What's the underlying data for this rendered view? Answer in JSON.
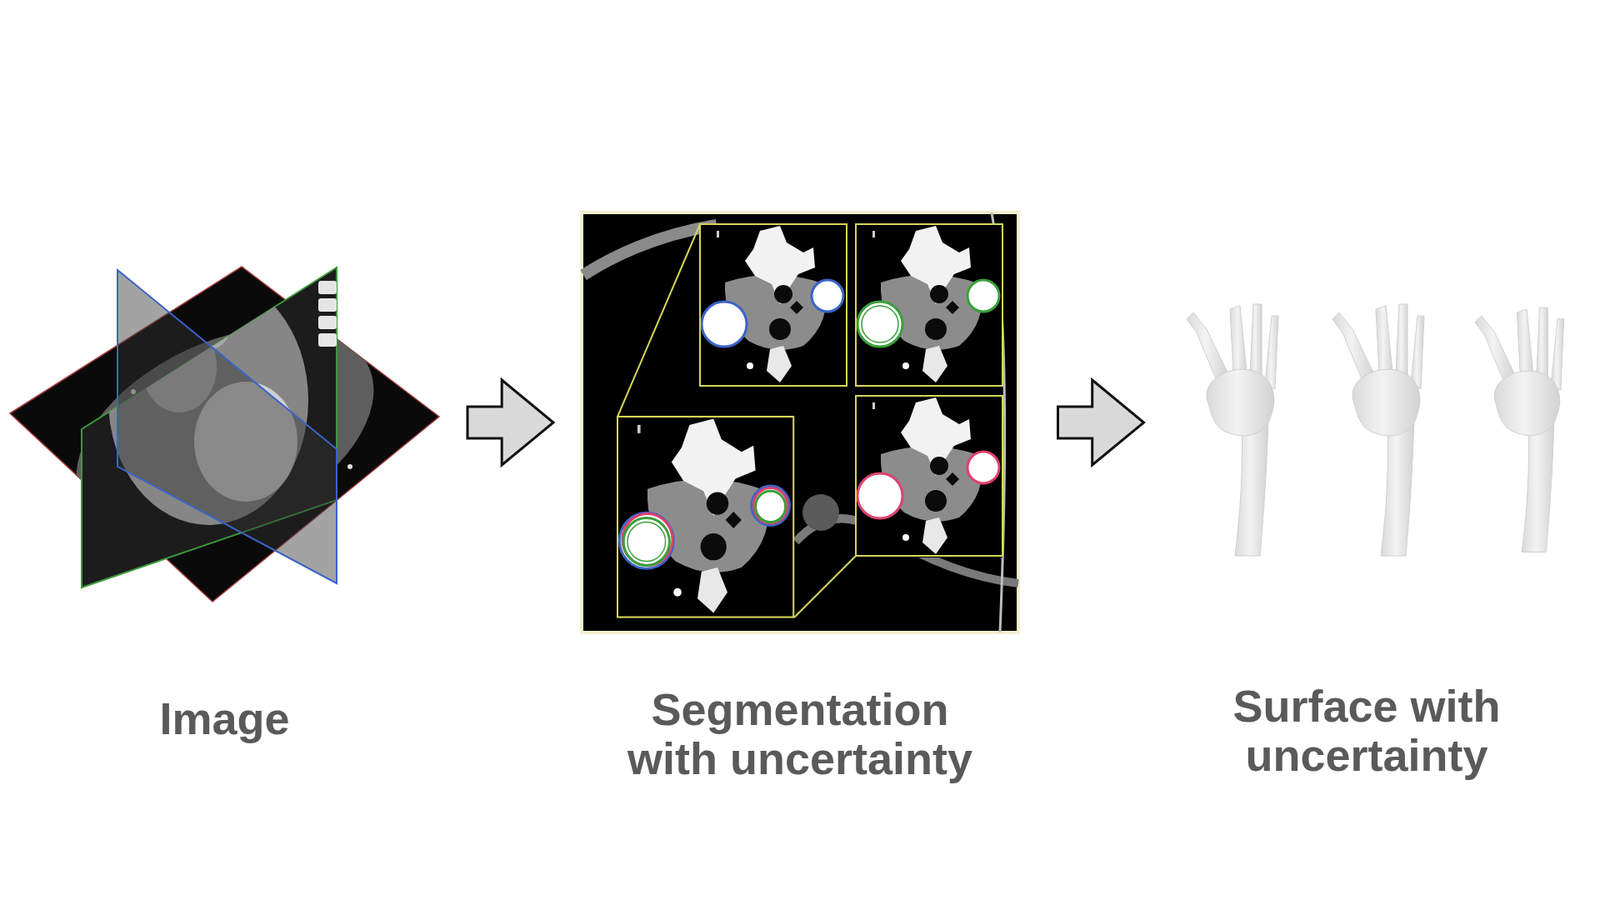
{
  "diagram": {
    "nodes": [
      {
        "text": [
          "Image"
        ]
      },
      {
        "text": [
          "Segmentation with uncertainty"
        ]
      },
      {
        "text": [
          "Surface with uncertainty"
        ]
      }
    ],
    "edges": [
      {
        "from": 0,
        "to": 1,
        "arrow": "to"
      },
      {
        "from": 1,
        "to": 2,
        "arrow": "to"
      }
    ]
  }
}
